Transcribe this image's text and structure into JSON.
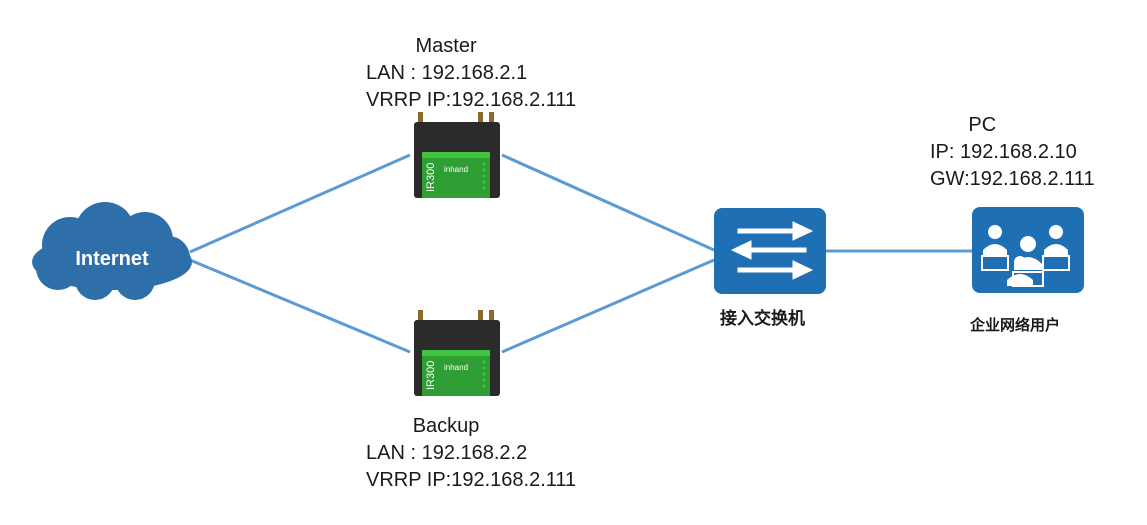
{
  "internet": {
    "label": "Internet"
  },
  "master": {
    "title": "Master",
    "lan": "LAN : 192.168.2.1",
    "vrrp": "VRRP IP:192.168.2.111",
    "device_model": "IR300",
    "device_brand": "inhand"
  },
  "backup": {
    "title": "Backup",
    "lan": "LAN : 192.168.2.2",
    "vrrp": "VRRP IP:192.168.2.111",
    "device_model": "IR300",
    "device_brand": "inhand"
  },
  "switch": {
    "label": "接入交换机"
  },
  "pc": {
    "title": "PC",
    "ip": "IP: 192.168.2.10",
    "gw": "GW:192.168.2.111",
    "caption": "企业网络用户"
  },
  "colors": {
    "link": "#5b9bd5",
    "cloud": "#2e6faa",
    "switch": "#1f6fb5",
    "device": "#2b2b2b",
    "device_accent": "#3ec43e"
  }
}
